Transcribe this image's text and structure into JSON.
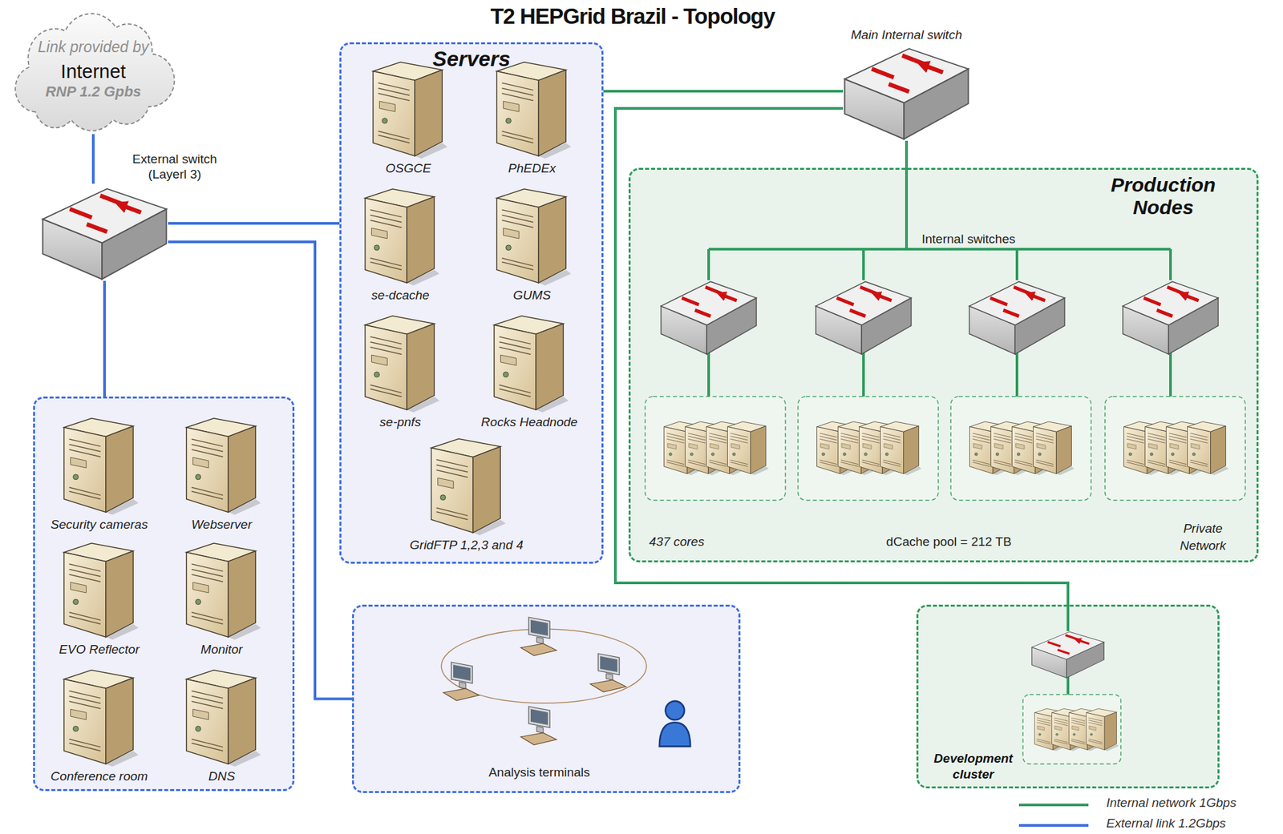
{
  "diagram": {
    "title": "T2 HEPGrid Brazil - Topology",
    "nodes": [
      {
        "text": [
          "Link provided by",
          "Internet",
          "RNP 1.2 Gpbs"
        ]
      },
      {
        "text": [
          "External switch (Layerl 3)"
        ]
      },
      {
        "text": [
          "Servers"
        ]
      },
      {
        "text": [
          "OSGCE"
        ],
        "in": 2
      },
      {
        "text": [
          "PhEDEx"
        ],
        "in": 2
      },
      {
        "text": [
          "se-dcache"
        ],
        "in": 2
      },
      {
        "text": [
          "GUMS"
        ],
        "in": 2
      },
      {
        "text": [
          "se-pnfs"
        ],
        "in": 2
      },
      {
        "text": [
          "Rocks Headnode"
        ],
        "in": 2
      },
      {
        "text": [
          "GridFTP 1,2,3 and 4"
        ],
        "in": 2
      },
      {
        "text": [
          "Main Internal switch"
        ]
      },
      {
        "text": [
          "Production Nodes",
          "Internal switches",
          "437 cores",
          "dCache pool = 212 TB",
          "Private Network"
        ]
      },
      {
        "text": []
      },
      {
        "text": [
          "Security cameras"
        ],
        "in": 12
      },
      {
        "text": [
          "Webserver"
        ],
        "in": 12
      },
      {
        "text": [
          "EVO Reflector"
        ],
        "in": 12
      },
      {
        "text": [
          "Monitor"
        ],
        "in": 12
      },
      {
        "text": [
          "Conference room"
        ],
        "in": 12
      },
      {
        "text": [
          "DNS"
        ],
        "in": 12
      },
      {
        "text": [
          "Analysis terminals"
        ]
      },
      {
        "text": [
          "Development cluster"
        ]
      }
    ],
    "edges": [
      {
        "from": 0,
        "to": 1,
        "arrow": "none"
      },
      {
        "from": 1,
        "to": 2,
        "arrow": "none"
      },
      {
        "from": 1,
        "to": 12,
        "arrow": "none"
      },
      {
        "from": 1,
        "to": 19,
        "arrow": "none"
      },
      {
        "from": 10,
        "to": 2,
        "arrow": "none"
      },
      {
        "from": 10,
        "to": 11,
        "arrow": "none"
      },
      {
        "from": 10,
        "to": 20,
        "arrow": "none"
      }
    ],
    "legend": [
      {
        "text": "Internal network 1Gbps",
        "color": "#2e9b5f"
      },
      {
        "text": "External link 1.2Gbps",
        "color": "#3b6fdc"
      }
    ]
  }
}
